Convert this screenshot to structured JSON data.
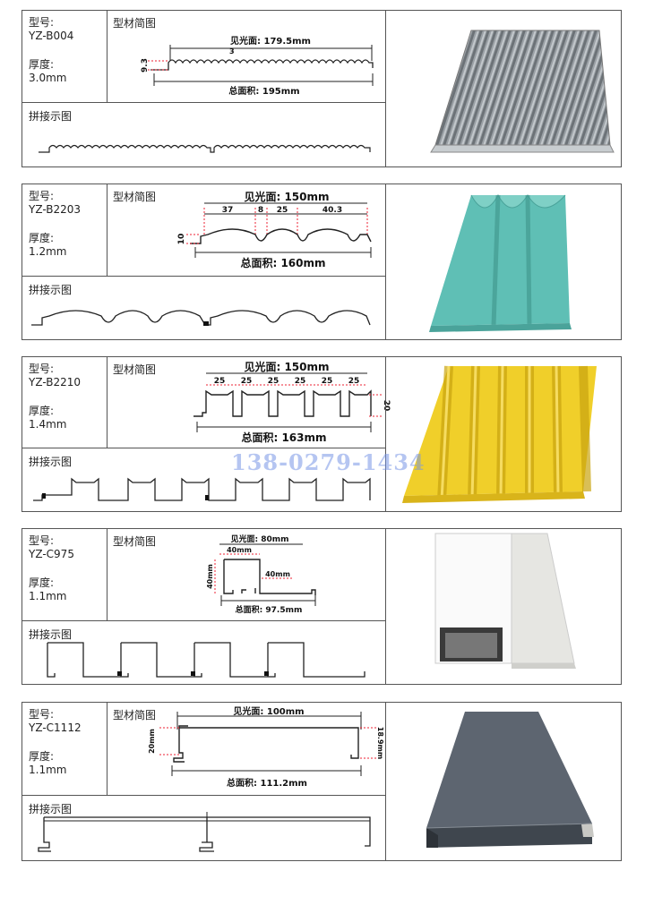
{
  "labels": {
    "model": "型号:",
    "thickness": "厚度:",
    "profile": "型材简图",
    "assembly": "拼接示图",
    "visible_face": "见光面",
    "total_area": "总面积"
  },
  "watermark": "138-0279-1434",
  "products": [
    {
      "model": "YZ-B004",
      "thickness": "3.0mm",
      "dims": {
        "visible": "见光面: 179.5mm",
        "total": "总面积: 195mm",
        "height": "9.3",
        "pitch": "3"
      },
      "photo_color": "#8f959a"
    },
    {
      "model": "YZ-B2203",
      "thickness": "1.2mm",
      "dims": {
        "visible": "见光面: 150mm",
        "total": "总面积: 160mm",
        "height": "10",
        "segments": [
          "37",
          "8",
          "25",
          "40.3"
        ]
      },
      "photo_color": "#5fbfb5"
    },
    {
      "model": "YZ-B2210",
      "thickness": "1.4mm",
      "dims": {
        "visible": "见光面: 150mm",
        "total": "总面积: 163mm",
        "height": "20",
        "segments": [
          "25",
          "25",
          "25",
          "25",
          "25",
          "25"
        ]
      },
      "photo_color": "#f0cf2a"
    },
    {
      "model": "YZ-C975",
      "thickness": "1.1mm",
      "dims": {
        "visible": "见光面: 80mm",
        "total": "总面积: 97.5mm",
        "height": "40mm",
        "top": "40mm",
        "side": "40mm"
      },
      "photo_color": "#f2f2ef"
    },
    {
      "model": "YZ-C1112",
      "thickness": "1.1mm",
      "dims": {
        "visible": "见光面: 100mm",
        "total": "总面积: 111.2mm",
        "height": "20mm",
        "right": "18.9mm"
      },
      "photo_color": "#5d6570"
    }
  ]
}
